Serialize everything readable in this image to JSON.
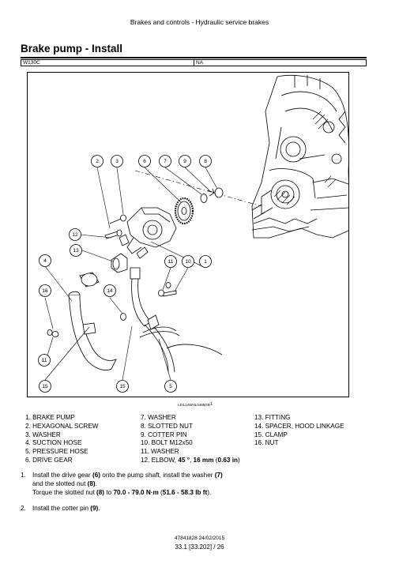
{
  "header": {
    "title": "Brakes and controls - Hydraulic service brakes"
  },
  "page": {
    "title": "Brake pump - Install"
  },
  "spec_table": {
    "model": "W130C",
    "serial": "NA"
  },
  "figure": {
    "code": "LEIL14WHL0486GB",
    "number": "1",
    "callouts": [
      "2",
      "3",
      "6",
      "7",
      "9",
      "8",
      "12",
      "13",
      "4",
      "11",
      "10",
      "1",
      "16",
      "14",
      "11",
      "15",
      "15",
      "5"
    ]
  },
  "parts_list": {
    "col1": [
      "1. BRAKE PUMP",
      "2. HEXAGONAL SCREW",
      "3. WASHER",
      "4. SUCTION HOSE",
      "5. PRESSURE HOSE",
      "6. DRIVE GEAR"
    ],
    "col2": [
      "7. WASHER",
      "8. SLOTTED NUT",
      "9. COTTER PIN",
      "10. BOLT M12x50",
      "11. WASHER"
    ],
    "col2_item12": {
      "prefix": "12. ELBOW, ",
      "b1": "45 °",
      "mid1": ", ",
      "b2": "16 mm",
      "mid2": " (",
      "b3": "0.63 in",
      "suffix": ")"
    },
    "col3": [
      "13. FITTING",
      "14. SPACER, HOOD LINKAGE",
      "15. CLAMP",
      "16. NUT"
    ]
  },
  "steps": [
    {
      "number": "1.",
      "t1": "Install the drive gear ",
      "b1": "(6)",
      "t2": " onto the pump shaft, install the washer ",
      "b2": "(7)",
      "t3": " and the slotted nut ",
      "b3": "(8)",
      "t4": ".",
      "torque": {
        "t1": "Torque the slotted nut ",
        "b1": "(8)",
        "t2": " to ",
        "b2": "70.0 - 79.0 N·m",
        "t3": " (",
        "b3": "51.6 - 58.3 lb ft",
        "t4": ")."
      }
    },
    {
      "number": "2.",
      "t1": "Install the cotter pin ",
      "b1": "(9)",
      "t2": "."
    }
  ],
  "footer": {
    "doc": "47841828 24/02/2015",
    "page": "33.1 [33.202] / 26"
  }
}
